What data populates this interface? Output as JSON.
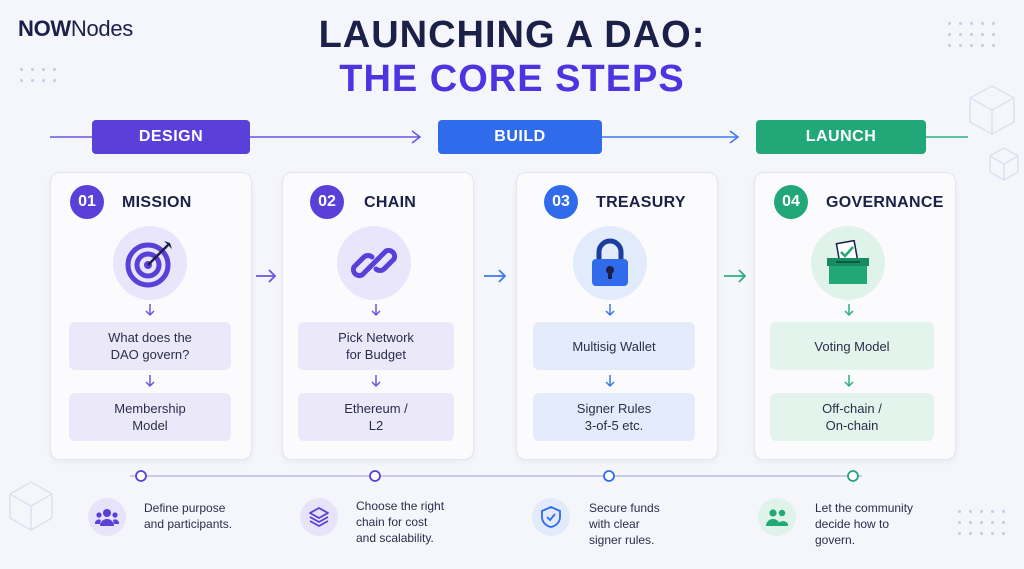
{
  "logo": {
    "bold": "NOW",
    "regular": "Nodes"
  },
  "title": {
    "line1": "LAUNCHING A DAO:",
    "line2": "THE CORE STEPS"
  },
  "phases": [
    {
      "label": "DESIGN",
      "color": "#5b3fd9"
    },
    {
      "label": "BUILD",
      "color": "#2f6bea"
    },
    {
      "label": "LAUNCH",
      "color": "#22a878"
    }
  ],
  "steps": [
    {
      "num": "01",
      "title": "MISSION",
      "icon": "target-icon",
      "color": "#5b3fd9",
      "items": [
        "What does the\nDAO govern?",
        "Membership\nModel"
      ]
    },
    {
      "num": "02",
      "title": "CHAIN",
      "icon": "chain-link-icon",
      "color": "#5b3fd9",
      "items": [
        "Pick Network\nfor Budget",
        "Ethereum /\nL2"
      ]
    },
    {
      "num": "03",
      "title": "TREASURY",
      "icon": "padlock-icon",
      "color": "#2f6bea",
      "items": [
        "Multisig Wallet",
        "Signer Rules\n3-of-5 etc."
      ]
    },
    {
      "num": "04",
      "title": "GOVERNANCE",
      "icon": "ballot-box-icon",
      "color": "#22a878",
      "items": [
        "Voting Model",
        "Off-chain /\nOn-chain"
      ]
    }
  ],
  "footer": [
    {
      "icon": "people-icon",
      "text": "Define purpose\nand participants."
    },
    {
      "icon": "layers-icon",
      "text": "Choose the right\nchain for cost\nand scalability."
    },
    {
      "icon": "shield-check-icon",
      "text": "Secure funds\nwith clear\nsigner rules."
    },
    {
      "icon": "community-icon",
      "text": "Let the community\ndecide how to\ngovern."
    }
  ]
}
